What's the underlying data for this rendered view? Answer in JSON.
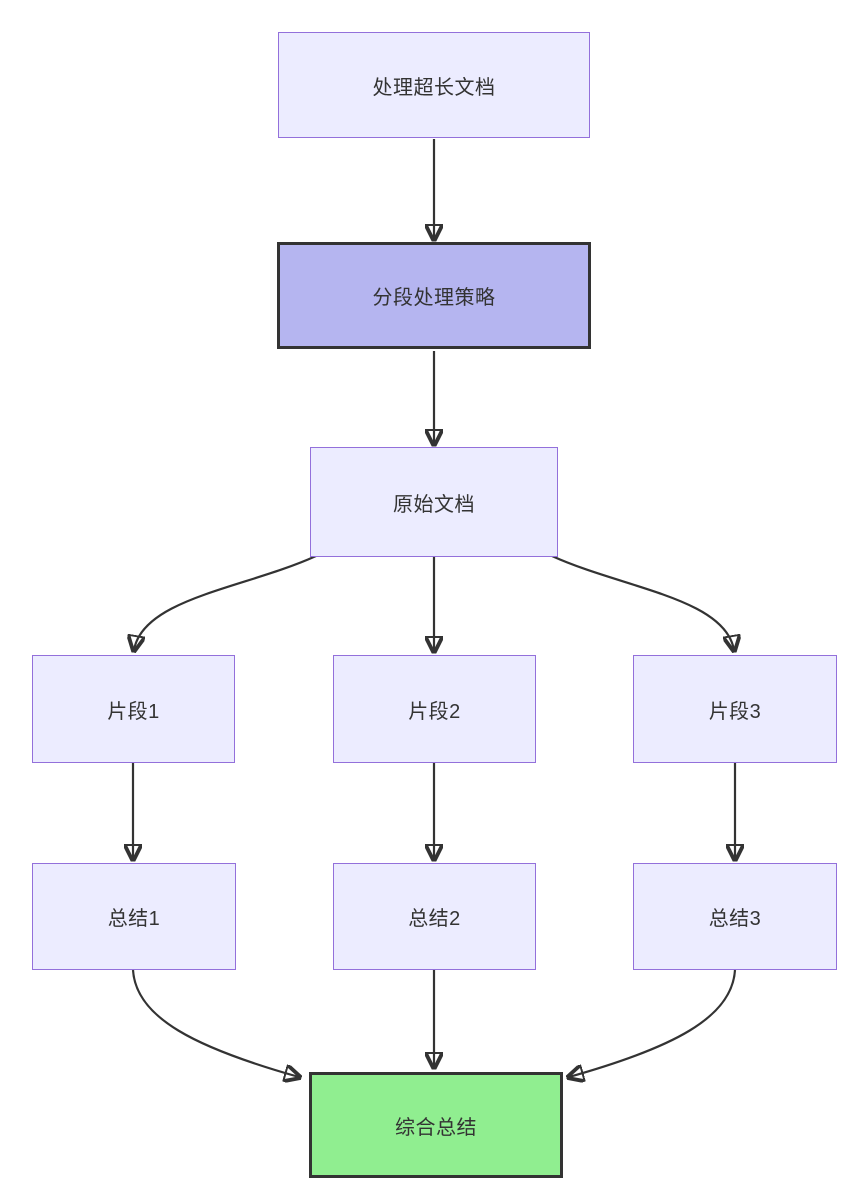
{
  "diagram": {
    "type": "flowchart",
    "direction": "top-down",
    "colors": {
      "background": "#ffffff",
      "node_fill": "#ECECFF",
      "node_border": "#9370DB",
      "highlight_fill": "#b5b5f0",
      "highlight_border": "#333333",
      "result_fill": "#90EE90",
      "result_border": "#333333",
      "edge": "#333333",
      "text": "#333333"
    },
    "nodes": [
      {
        "id": "A",
        "label": "处理超长文档",
        "style": "default"
      },
      {
        "id": "B",
        "label": "分段处理策略",
        "style": "highlight"
      },
      {
        "id": "C",
        "label": "原始文档",
        "style": "default"
      },
      {
        "id": "D1",
        "label": "片段1",
        "style": "default"
      },
      {
        "id": "D2",
        "label": "片段2",
        "style": "default"
      },
      {
        "id": "D3",
        "label": "片段3",
        "style": "default"
      },
      {
        "id": "E1",
        "label": "总结1",
        "style": "default"
      },
      {
        "id": "E2",
        "label": "总结2",
        "style": "default"
      },
      {
        "id": "E3",
        "label": "总结3",
        "style": "default"
      },
      {
        "id": "F",
        "label": "综合总结",
        "style": "result"
      }
    ],
    "edges": [
      {
        "from": "A",
        "to": "B"
      },
      {
        "from": "B",
        "to": "C"
      },
      {
        "from": "C",
        "to": "D1"
      },
      {
        "from": "C",
        "to": "D2"
      },
      {
        "from": "C",
        "to": "D3"
      },
      {
        "from": "D1",
        "to": "E1"
      },
      {
        "from": "D2",
        "to": "E2"
      },
      {
        "from": "D3",
        "to": "E3"
      },
      {
        "from": "E1",
        "to": "F"
      },
      {
        "from": "E2",
        "to": "F"
      },
      {
        "from": "E3",
        "to": "F"
      }
    ]
  }
}
